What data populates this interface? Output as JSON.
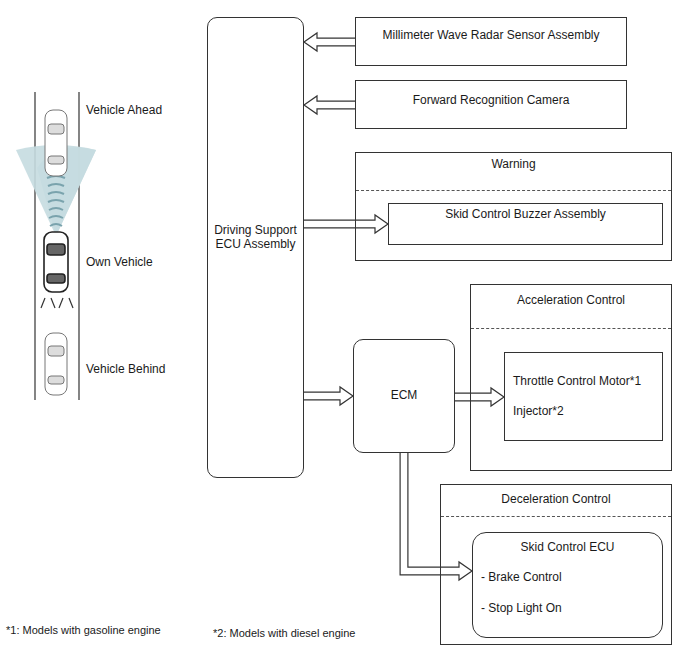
{
  "diagram": {
    "nodes": [
      {
        "text": [
          "Millimeter Wave Radar Sensor Assembly"
        ]
      },
      {
        "text": [
          "Forward Recognition Camera"
        ]
      },
      {
        "text": [
          "Driving Support ECU Assembly"
        ]
      },
      {
        "text": [
          "Warning"
        ]
      },
      {
        "text": [
          "Skid Control Buzzer Assembly"
        ],
        "in": 3
      },
      {
        "text": [
          "ECM"
        ]
      },
      {
        "text": [
          "Acceleration Control"
        ]
      },
      {
        "text": [
          "Throttle Control Motor*1",
          "Injector*2"
        ],
        "in": 6
      },
      {
        "text": [
          "Deceleration Control"
        ]
      },
      {
        "text": [
          "Skid Control ECU",
          "- Brake Control",
          "- Stop Light On"
        ],
        "in": 8
      }
    ],
    "edges": [
      {
        "from": 0,
        "to": 2,
        "arrow": "to"
      },
      {
        "from": 1,
        "to": 2,
        "arrow": "to"
      },
      {
        "from": 2,
        "to": 4,
        "arrow": "to"
      },
      {
        "from": 2,
        "to": 5,
        "arrow": "to"
      },
      {
        "from": 5,
        "to": 7,
        "arrow": "to"
      },
      {
        "from": 5,
        "to": 9,
        "arrow": "to"
      }
    ],
    "labels": [
      "Vehicle Ahead",
      "Own Vehicle",
      "Vehicle Behind",
      "*1: Models with gasoline engine",
      "*2: Models with diesel engine"
    ]
  }
}
